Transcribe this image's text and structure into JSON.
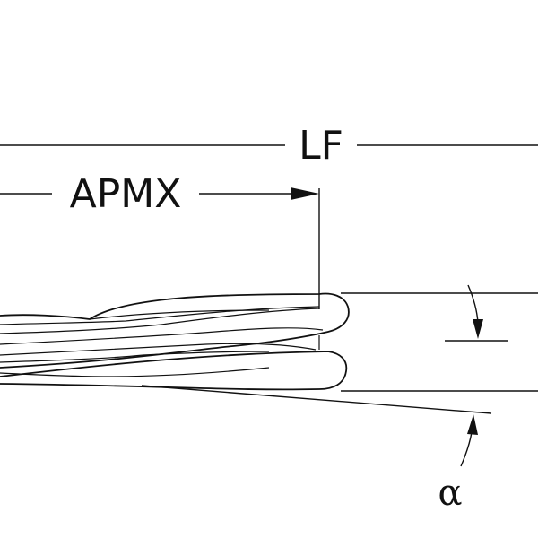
{
  "diagram": {
    "labels": {
      "overall_length": "LF",
      "cutting_depth": "APMX",
      "angle": "α"
    },
    "colors": {
      "ink": "#111111",
      "background": "#ffffff"
    }
  }
}
